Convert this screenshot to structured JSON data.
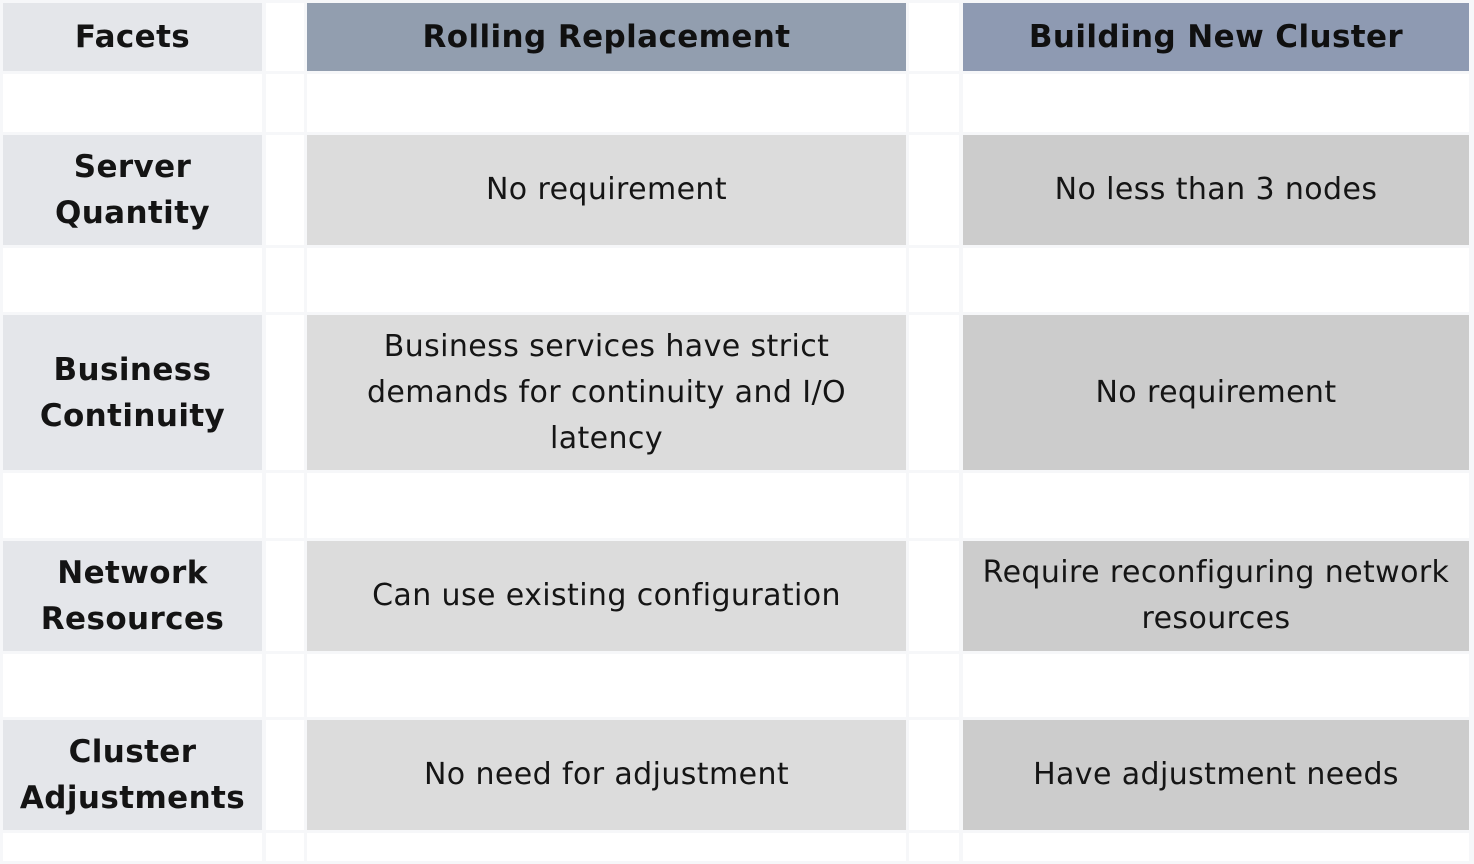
{
  "headers": {
    "facets": "Facets",
    "rolling": "Rolling Replacement",
    "building": "Building New Cluster"
  },
  "rows": [
    {
      "facet": "Server Quantity",
      "rolling": "No requirement",
      "building": "No less than 3 nodes"
    },
    {
      "facet": "Business Continuity",
      "rolling": "Business services have strict demands for continuity and I/O latency",
      "building": "No requirement"
    },
    {
      "facet": "Network Resources",
      "rolling": "Can use existing configuration",
      "building": "Require reconfiguring network resources"
    },
    {
      "facet": "Cluster Adjustments",
      "rolling": "No need for adjustment",
      "building": "Have adjustment needs"
    }
  ]
}
